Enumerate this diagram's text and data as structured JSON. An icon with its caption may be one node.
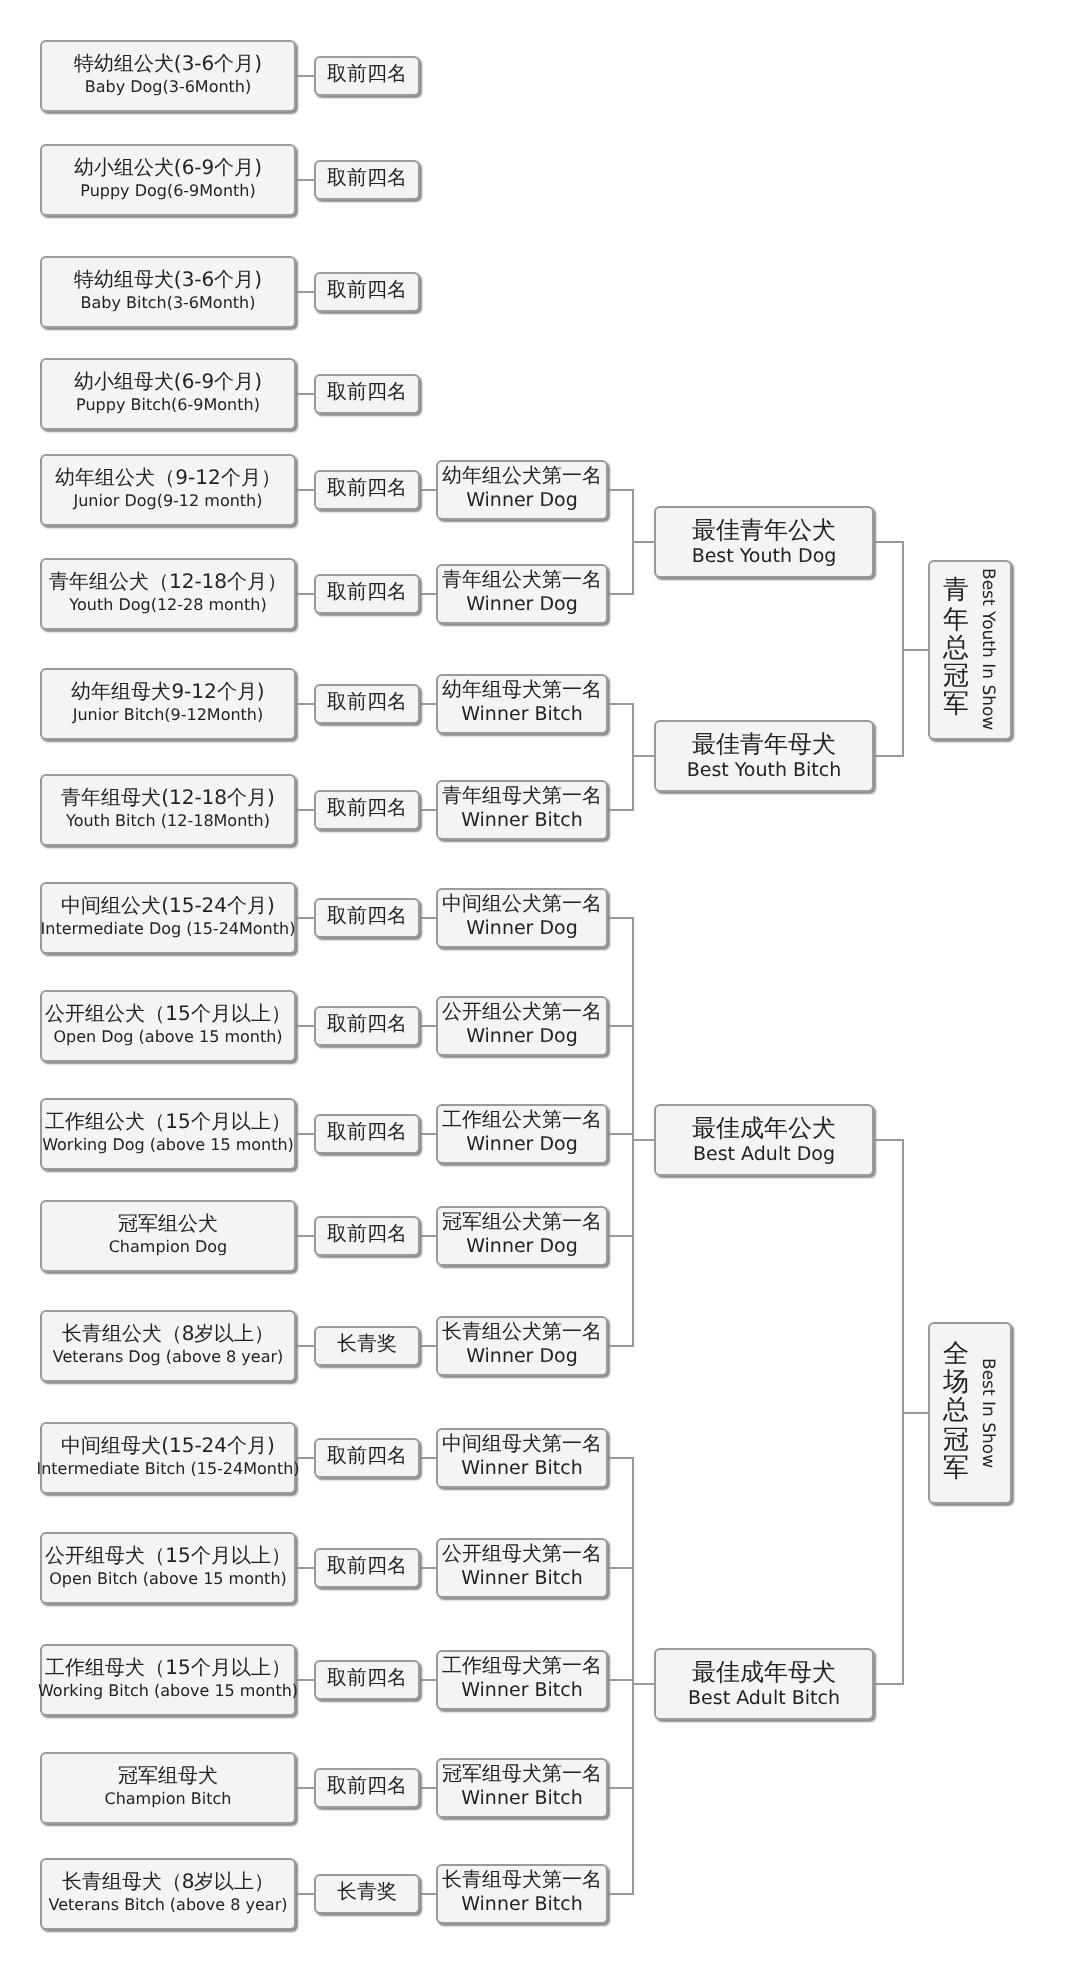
{
  "diagram": {
    "nodes": [
      {
        "text": [
          "特幼组公犬(3-6个月)",
          "Baby Dog(3-6Month)"
        ]
      },
      {
        "text": [
          "取前四名"
        ]
      },
      {
        "text": [
          "幼小组公犬(6-9个月)",
          "Puppy Dog(6-9Month)"
        ]
      },
      {
        "text": [
          "取前四名"
        ]
      },
      {
        "text": [
          "特幼组母犬(3-6个月)",
          "Baby Bitch(3-6Month)"
        ]
      },
      {
        "text": [
          "取前四名"
        ]
      },
      {
        "text": [
          "幼小组母犬(6-9个月)",
          "Puppy Bitch(6-9Month)"
        ]
      },
      {
        "text": [
          "取前四名"
        ]
      },
      {
        "text": [
          "幼年组公犬（9-12个月）",
          "Junior Dog(9-12 month)"
        ]
      },
      {
        "text": [
          "取前四名"
        ]
      },
      {
        "text": [
          "幼年组公犬第一名",
          "Winner Dog"
        ]
      },
      {
        "text": [
          "青年组公犬（12-18个月）",
          "Youth Dog(12-28 month)"
        ]
      },
      {
        "text": [
          "取前四名"
        ]
      },
      {
        "text": [
          "青年组公犬第一名",
          "Winner Dog"
        ]
      },
      {
        "text": [
          "幼年组母犬9-12个月)",
          "Junior Bitch(9-12Month)"
        ]
      },
      {
        "text": [
          "取前四名"
        ]
      },
      {
        "text": [
          "幼年组母犬第一名",
          "Winner Bitch"
        ]
      },
      {
        "text": [
          "青年组母犬(12-18个月)",
          "Youth Bitch (12-18Month)"
        ]
      },
      {
        "text": [
          "取前四名"
        ]
      },
      {
        "text": [
          "青年组母犬第一名",
          "Winner Bitch"
        ]
      },
      {
        "text": [
          "中间组公犬(15-24个月)",
          "Intermediate Dog (15-24Month)"
        ]
      },
      {
        "text": [
          "取前四名"
        ]
      },
      {
        "text": [
          "中间组公犬第一名",
          "Winner Dog"
        ]
      },
      {
        "text": [
          "公开组公犬（15个月以上）",
          "Open Dog (above 15 month)"
        ]
      },
      {
        "text": [
          "取前四名"
        ]
      },
      {
        "text": [
          "公开组公犬第一名",
          "Winner Dog"
        ]
      },
      {
        "text": [
          "工作组公犬（15个月以上）",
          "Working Dog (above 15 month)"
        ]
      },
      {
        "text": [
          "取前四名"
        ]
      },
      {
        "text": [
          "工作组公犬第一名",
          "Winner Dog"
        ]
      },
      {
        "text": [
          "冠军组公犬",
          "Champion Dog"
        ]
      },
      {
        "text": [
          "取前四名"
        ]
      },
      {
        "text": [
          "冠军组公犬第一名",
          "Winner Dog"
        ]
      },
      {
        "text": [
          "长青组公犬（8岁以上）",
          "Veterans Dog (above 8 year)"
        ]
      },
      {
        "text": [
          "长青奖"
        ]
      },
      {
        "text": [
          "长青组公犬第一名",
          "Winner Dog"
        ]
      },
      {
        "text": [
          "中间组母犬(15-24个月)",
          "Intermediate Bitch (15-24Month)"
        ]
      },
      {
        "text": [
          "取前四名"
        ]
      },
      {
        "text": [
          "中间组母犬第一名",
          "Winner Bitch"
        ]
      },
      {
        "text": [
          "公开组母犬（15个月以上）",
          "Open Bitch (above 15 month)"
        ]
      },
      {
        "text": [
          "取前四名"
        ]
      },
      {
        "text": [
          "公开组母犬第一名",
          "Winner Bitch"
        ]
      },
      {
        "text": [
          "工作组母犬（15个月以上）",
          "Working Bitch (above 15 month)"
        ]
      },
      {
        "text": [
          "取前四名"
        ]
      },
      {
        "text": [
          "工作组母犬第一名",
          "Winner Bitch"
        ]
      },
      {
        "text": [
          "冠军组母犬",
          "Champion Bitch"
        ]
      },
      {
        "text": [
          "取前四名"
        ]
      },
      {
        "text": [
          "冠军组母犬第一名",
          "Winner Bitch"
        ]
      },
      {
        "text": [
          "长青组母犬（8岁以上）",
          "Veterans Bitch (above 8 year)"
        ]
      },
      {
        "text": [
          "长青奖"
        ]
      },
      {
        "text": [
          "长青组母犬第一名",
          "Winner Bitch"
        ]
      },
      {
        "text": [
          "最佳青年公犬",
          "Best Youth Dog"
        ]
      },
      {
        "text": [
          "最佳青年母犬",
          "Best Youth Bitch"
        ]
      },
      {
        "text": [
          "青年总冠军",
          "Best Youth In Show"
        ]
      },
      {
        "text": [
          "最佳成年公犬",
          "Best Adult Dog"
        ]
      },
      {
        "text": [
          "最佳成年母犬",
          "Best Adult Bitch"
        ]
      },
      {
        "text": [
          "全场总冠军",
          "Best In Show"
        ]
      }
    ],
    "edges": [
      {
        "from": 0,
        "to": 1,
        "arrow": "none"
      },
      {
        "from": 2,
        "to": 3,
        "arrow": "none"
      },
      {
        "from": 4,
        "to": 5,
        "arrow": "none"
      },
      {
        "from": 6,
        "to": 7,
        "arrow": "none"
      },
      {
        "from": 8,
        "to": 9,
        "arrow": "none"
      },
      {
        "from": 9,
        "to": 10,
        "arrow": "none"
      },
      {
        "from": 10,
        "to": 50,
        "arrow": "none"
      },
      {
        "from": 11,
        "to": 12,
        "arrow": "none"
      },
      {
        "from": 12,
        "to": 13,
        "arrow": "none"
      },
      {
        "from": 13,
        "to": 50,
        "arrow": "none"
      },
      {
        "from": 14,
        "to": 15,
        "arrow": "none"
      },
      {
        "from": 15,
        "to": 16,
        "arrow": "none"
      },
      {
        "from": 16,
        "to": 51,
        "arrow": "none"
      },
      {
        "from": 17,
        "to": 18,
        "arrow": "none"
      },
      {
        "from": 18,
        "to": 19,
        "arrow": "none"
      },
      {
        "from": 19,
        "to": 51,
        "arrow": "none"
      },
      {
        "from": 20,
        "to": 21,
        "arrow": "none"
      },
      {
        "from": 21,
        "to": 22,
        "arrow": "none"
      },
      {
        "from": 22,
        "to": 53,
        "arrow": "none"
      },
      {
        "from": 23,
        "to": 24,
        "arrow": "none"
      },
      {
        "from": 24,
        "to": 25,
        "arrow": "none"
      },
      {
        "from": 25,
        "to": 53,
        "arrow": "none"
      },
      {
        "from": 26,
        "to": 27,
        "arrow": "none"
      },
      {
        "from": 27,
        "to": 28,
        "arrow": "none"
      },
      {
        "from": 28,
        "to": 53,
        "arrow": "none"
      },
      {
        "from": 29,
        "to": 30,
        "arrow": "none"
      },
      {
        "from": 30,
        "to": 31,
        "arrow": "none"
      },
      {
        "from": 31,
        "to": 53,
        "arrow": "none"
      },
      {
        "from": 32,
        "to": 33,
        "arrow": "none"
      },
      {
        "from": 33,
        "to": 34,
        "arrow": "none"
      },
      {
        "from": 34,
        "to": 53,
        "arrow": "none"
      },
      {
        "from": 35,
        "to": 36,
        "arrow": "none"
      },
      {
        "from": 36,
        "to": 37,
        "arrow": "none"
      },
      {
        "from": 37,
        "to": 54,
        "arrow": "none"
      },
      {
        "from": 38,
        "to": 39,
        "arrow": "none"
      },
      {
        "from": 39,
        "to": 40,
        "arrow": "none"
      },
      {
        "from": 40,
        "to": 54,
        "arrow": "none"
      },
      {
        "from": 41,
        "to": 42,
        "arrow": "none"
      },
      {
        "from": 42,
        "to": 43,
        "arrow": "none"
      },
      {
        "from": 43,
        "to": 54,
        "arrow": "none"
      },
      {
        "from": 44,
        "to": 45,
        "arrow": "none"
      },
      {
        "from": 45,
        "to": 46,
        "arrow": "none"
      },
      {
        "from": 46,
        "to": 54,
        "arrow": "none"
      },
      {
        "from": 47,
        "to": 48,
        "arrow": "none"
      },
      {
        "from": 48,
        "to": 49,
        "arrow": "none"
      },
      {
        "from": 49,
        "to": 54,
        "arrow": "none"
      },
      {
        "from": 50,
        "to": 52,
        "arrow": "none"
      },
      {
        "from": 51,
        "to": 52,
        "arrow": "none"
      },
      {
        "from": 53,
        "to": 55,
        "arrow": "none"
      },
      {
        "from": 54,
        "to": 55,
        "arrow": "none"
      }
    ]
  }
}
